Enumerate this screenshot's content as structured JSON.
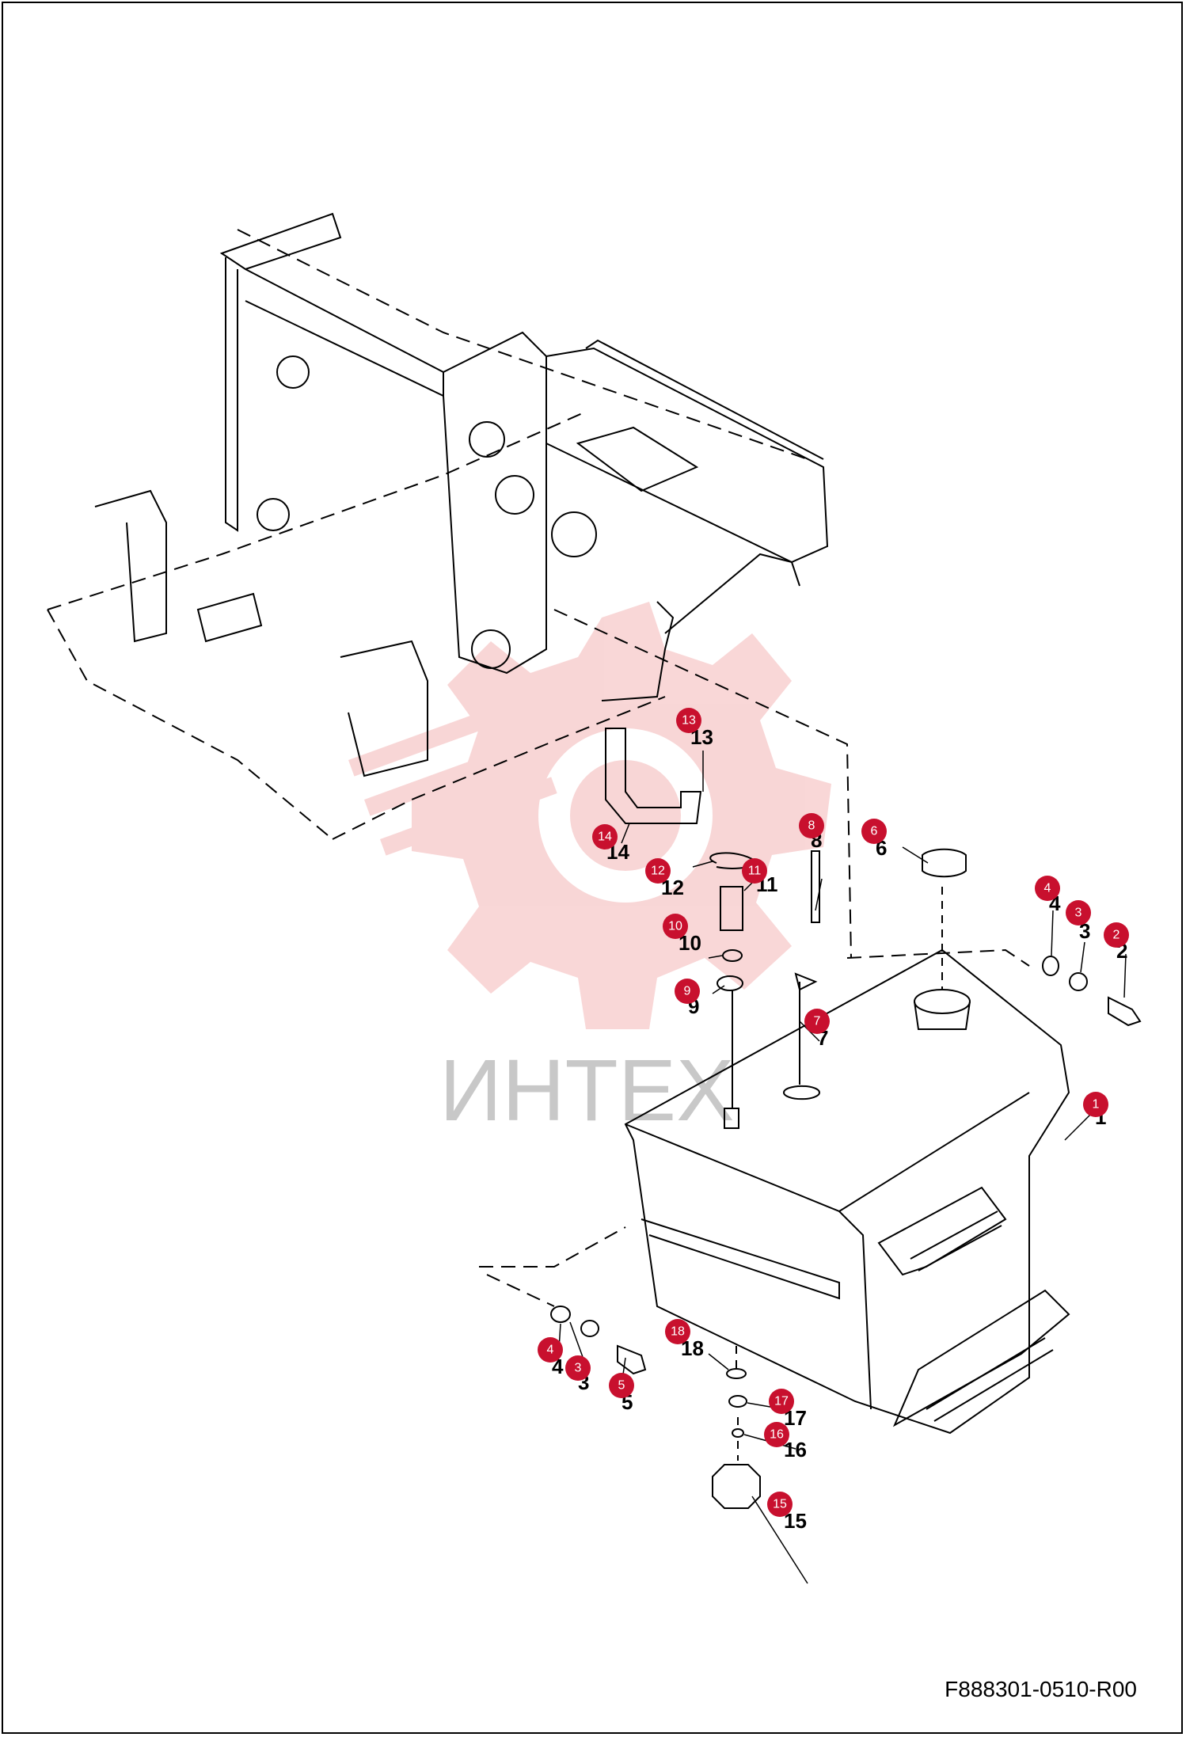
{
  "watermark": {
    "text": "ИНТЕХ",
    "color": "#f4b6b6"
  },
  "document_code": "F888301-0510-R00",
  "colors": {
    "callout": "#c8102e",
    "line": "#000000"
  },
  "callouts": [
    {
      "number": "1",
      "label": "1"
    },
    {
      "number": "2",
      "label": "2"
    },
    {
      "number": "3",
      "label": "3"
    },
    {
      "number": "4",
      "label": "4"
    },
    {
      "number": "3",
      "label": "3"
    },
    {
      "number": "4",
      "label": "4"
    },
    {
      "number": "5",
      "label": "5"
    },
    {
      "number": "6",
      "label": "6"
    },
    {
      "number": "7",
      "label": "7"
    },
    {
      "number": "8",
      "label": "8"
    },
    {
      "number": "9",
      "label": "9"
    },
    {
      "number": "10",
      "label": "10"
    },
    {
      "number": "11",
      "label": "11"
    },
    {
      "number": "12",
      "label": "12"
    },
    {
      "number": "13",
      "label": "13"
    },
    {
      "number": "14",
      "label": "14"
    },
    {
      "number": "15",
      "label": "15"
    },
    {
      "number": "16",
      "label": "16"
    },
    {
      "number": "17",
      "label": "17"
    },
    {
      "number": "18",
      "label": "18"
    }
  ]
}
